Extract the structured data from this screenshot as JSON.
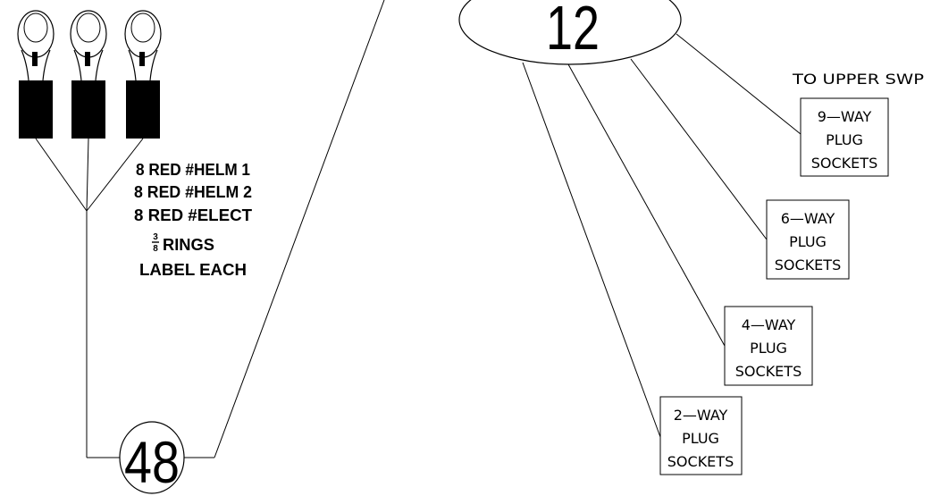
{
  "rings": {
    "tag_lines": [
      "8 RED #HELM 1",
      "8 RED #HELM 2",
      "8 RED #ELECT"
    ],
    "size_numerator": "3",
    "size_denominator": "8",
    "size_text": "RINGS",
    "label_note": "LABEL EACH"
  },
  "circle_48": {
    "number": "48"
  },
  "ellipse_12": {
    "number": "12"
  },
  "upper_note": "TO UPPER SWP",
  "plugs": [
    {
      "lines": [
        "9—WAY",
        "PLUG",
        "SOCKETS"
      ]
    },
    {
      "lines": [
        "6—WAY",
        "PLUG",
        "SOCKETS"
      ]
    },
    {
      "lines": [
        "4—WAY",
        "PLUG",
        "SOCKETS"
      ]
    },
    {
      "lines": [
        "2—WAY",
        "PLUG",
        "SOCKETS"
      ]
    }
  ]
}
